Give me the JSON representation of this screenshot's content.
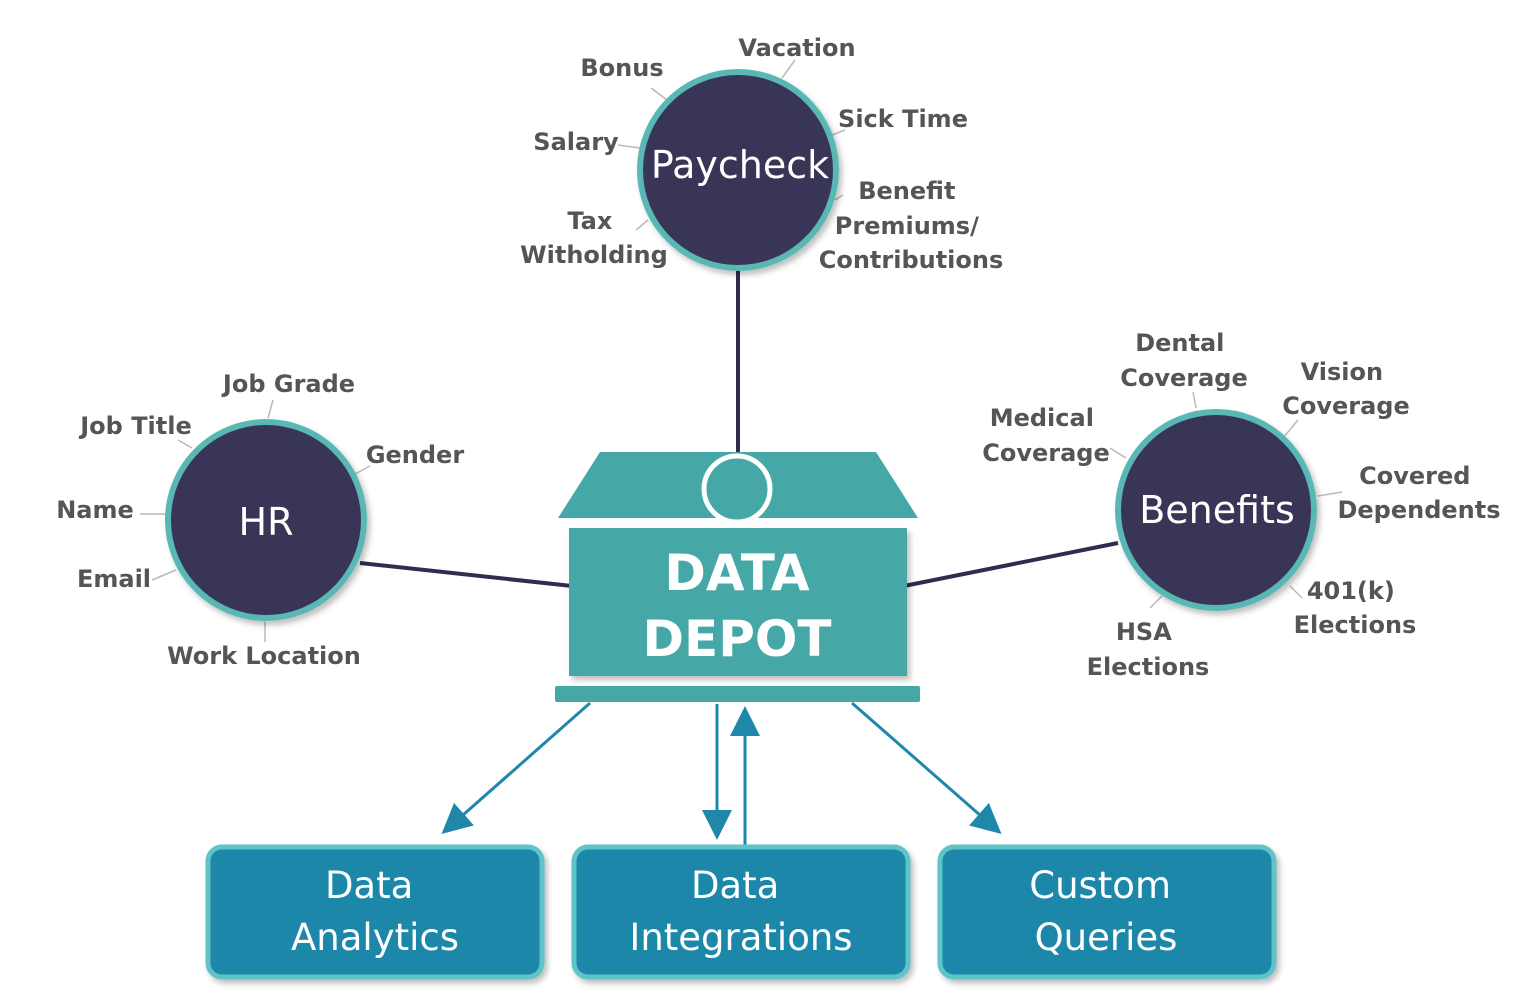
{
  "hubs": {
    "paycheck": {
      "label": "Paycheck",
      "items": {
        "bonus": "Bonus",
        "vacation": "Vacation",
        "sick_time": "Sick Time",
        "salary": "Salary",
        "benefit_premiums": [
          "Benefit",
          "Premiums/",
          "Contributions"
        ],
        "tax_withholding": [
          "Tax",
          "Witholding"
        ]
      }
    },
    "hr": {
      "label": "HR",
      "items": {
        "job_grade": "Job Grade",
        "job_title": "Job Title",
        "gender": "Gender",
        "name": "Name",
        "email": "Email",
        "work_location": "Work Location"
      }
    },
    "benefits": {
      "label": "Benefits",
      "items": {
        "dental": [
          "Dental",
          "Coverage"
        ],
        "vision": [
          "Vision",
          "Coverage"
        ],
        "medical": [
          "Medical",
          "Coverage"
        ],
        "covered_dependents": [
          "Covered",
          "Dependents"
        ],
        "k401": [
          "401(k)",
          "Elections"
        ],
        "hsa": [
          "HSA",
          "Elections"
        ]
      }
    }
  },
  "depot": {
    "line1": "DATA",
    "line2": "DEPOT"
  },
  "outputs": {
    "analytics": [
      "Data",
      "Analytics"
    ],
    "integrations": [
      "Data",
      "Integrations"
    ],
    "queries": [
      "Custom",
      "Queries"
    ]
  },
  "colors": {
    "hub_fill": "#383456",
    "hub_ring": "#5ab8b4",
    "depot_fill": "#45a8a6",
    "box_fill": "#1a87a9",
    "box_border": "#5fc3c8",
    "connector": "#2f2d4f",
    "arrow": "#1f88aa",
    "leaf_text": "#555555",
    "leader": "#b9b9b9"
  }
}
